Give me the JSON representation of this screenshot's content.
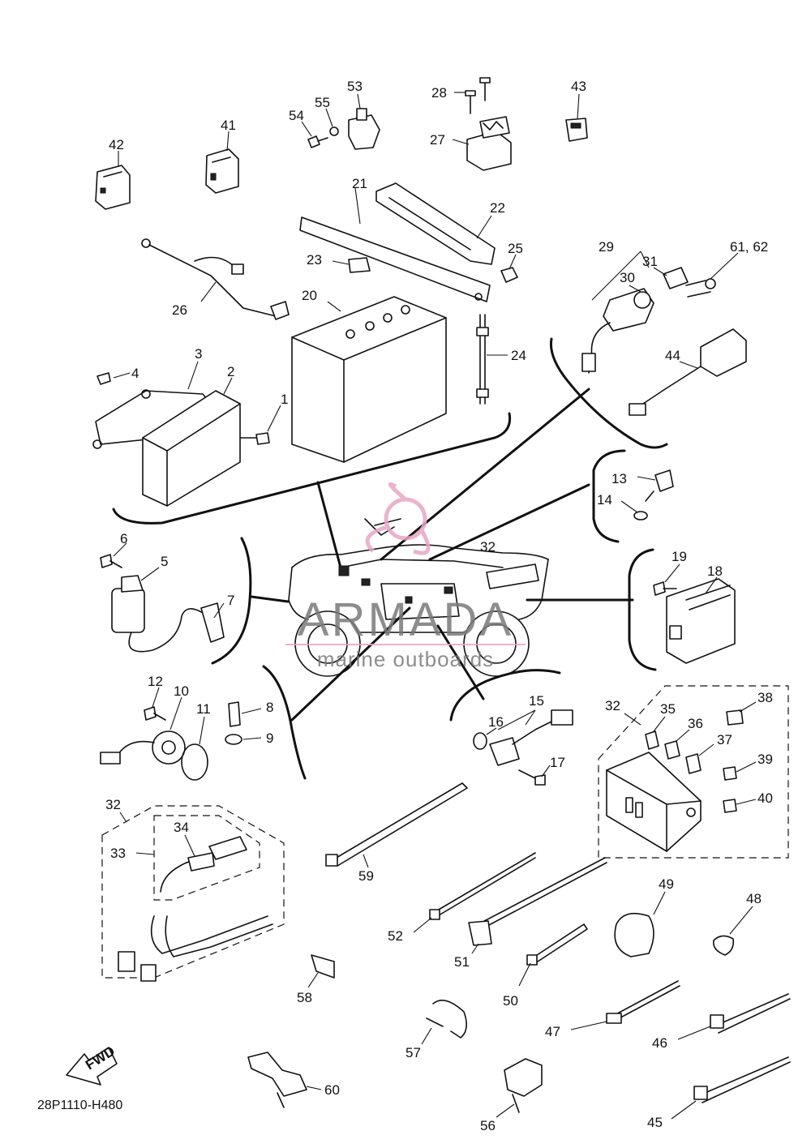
{
  "diagram": {
    "code": "28P1110-H480",
    "fwd_label": "FWD",
    "watermark": {
      "name": "ARMADA",
      "tagline": "marine outboards",
      "accent": "#e8a6c6"
    },
    "labels": {
      "l1": "1",
      "l2": "2",
      "l3": "3",
      "l4": "4",
      "l5": "5",
      "l6": "6",
      "l7": "7",
      "l8": "8",
      "l9": "9",
      "l10": "10",
      "l11": "11",
      "l12": "12",
      "l13": "13",
      "l14": "14",
      "l15": "15",
      "l16": "16",
      "l17": "17",
      "l18": "18",
      "l19": "19",
      "l20": "20",
      "l21": "21",
      "l22": "22",
      "l23": "23",
      "l24": "24",
      "l25": "25",
      "l26": "26",
      "l27": "27",
      "l28": "28",
      "l29": "29",
      "l30": "30",
      "l31": "31",
      "l32a": "32",
      "l32b": "32",
      "l32c": "32",
      "l33": "33",
      "l34": "34",
      "l35": "35",
      "l36": "36",
      "l37": "37",
      "l38": "38",
      "l39": "39",
      "l40": "40",
      "l41": "41",
      "l42": "42",
      "l43": "43",
      "l44": "44",
      "l45": "45",
      "l46": "46",
      "l47": "47",
      "l48": "48",
      "l49": "49",
      "l50": "50",
      "l51": "51",
      "l52": "52",
      "l53": "53",
      "l54": "54",
      "l55": "55",
      "l56": "56",
      "l57": "57",
      "l58": "58",
      "l59": "59",
      "l60": "60",
      "l6162": "61, 62"
    }
  }
}
